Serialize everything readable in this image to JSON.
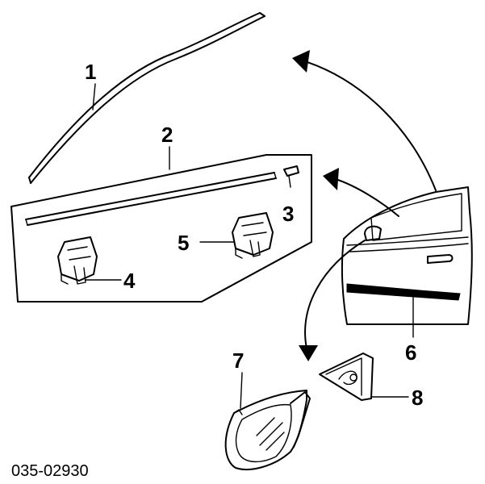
{
  "diagram": {
    "callouts": [
      "1",
      "2",
      "3",
      "4",
      "5",
      "6",
      "7",
      "8"
    ],
    "part_code": "035-02930"
  }
}
